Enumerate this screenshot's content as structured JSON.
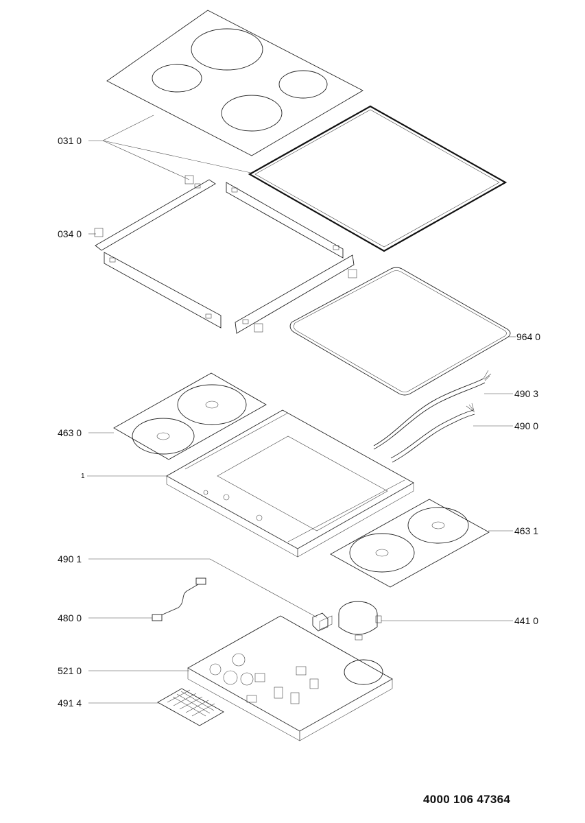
{
  "labels": {
    "l0310": "031 0",
    "l0340": "034 0",
    "l9640": "964 0",
    "l4903": "490 3",
    "l4900": "490 0",
    "l4630": "463 0",
    "l1": "1",
    "l4631": "463 1",
    "l4901": "490 1",
    "l4800": "480 0",
    "l4410": "441 0",
    "l5210": "521 0",
    "l4914": "491 4"
  },
  "document_number": "4000 106 47364"
}
